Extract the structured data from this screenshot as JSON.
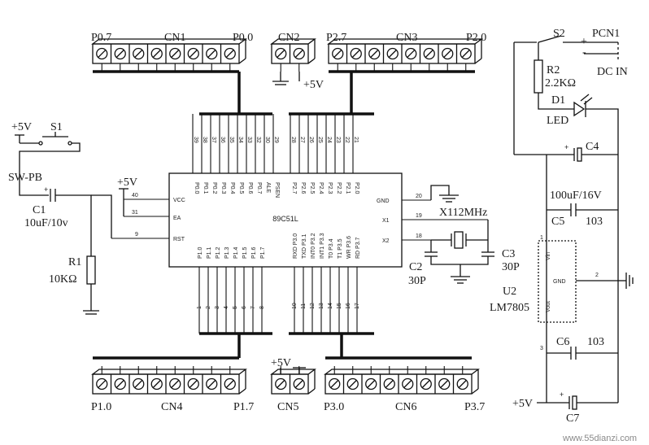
{
  "connectors": {
    "cn1": {
      "name": "CN1",
      "left": "P0.7",
      "right": "P0.0"
    },
    "cn2": {
      "name": "CN2",
      "power": "+5V"
    },
    "cn3": {
      "name": "CN3",
      "left": "P2.7",
      "right": "P2.0"
    },
    "cn4": {
      "name": "CN4",
      "left": "P1.0",
      "right": "P1.7"
    },
    "cn5": {
      "name": "CN5",
      "power": "+5V"
    },
    "cn6": {
      "name": "CN6",
      "left": "P3.0",
      "right": "P3.7"
    }
  },
  "mcu": {
    "name": "89C51L",
    "top_pins_left": [
      "P0.0",
      "P0.1",
      "P0.2",
      "P0.3",
      "P0.4",
      "P0.5",
      "P0.6",
      "P0.7",
      "ALE",
      "PSEN"
    ],
    "top_pins_right": [
      "P2.7",
      "P2.6",
      "P2.5",
      "P2.4",
      "P2.3",
      "P2.2",
      "P2.1",
      "P2.0"
    ],
    "top_nums_left": [
      "39",
      "38",
      "37",
      "36",
      "35",
      "34",
      "33",
      "32",
      "30",
      "29"
    ],
    "top_nums_right": [
      "28",
      "27",
      "26",
      "25",
      "24",
      "23",
      "22",
      "21"
    ],
    "bottom_pins_left": [
      "P1.0",
      "P1.1",
      "P1.2",
      "P1.3",
      "P1.4",
      "P1.5",
      "P1.6",
      "P1.7"
    ],
    "bottom_pins_right": [
      "RXD P3.0",
      "TXD P3.1",
      "INT0 P3.2",
      "INT1 P3.3",
      "T0 P3.4",
      "T1 P3.5",
      "WR P3.6",
      "RD P3.7"
    ],
    "bottom_nums_left": [
      "1",
      "2",
      "3",
      "4",
      "5",
      "6",
      "7",
      "8"
    ],
    "bottom_nums_right": [
      "10",
      "11",
      "12",
      "13",
      "14",
      "15",
      "16",
      "17"
    ],
    "left_pins": [
      {
        "name": "VCC",
        "num": "40"
      },
      {
        "name": "EA",
        "num": "31"
      },
      {
        "name": "RST",
        "num": "9"
      }
    ],
    "right_pins": [
      {
        "name": "GND",
        "num": "20"
      },
      {
        "name": "X1",
        "num": "19"
      },
      {
        "name": "X2",
        "num": "18"
      }
    ]
  },
  "reset": {
    "vcc": "+5V",
    "switch": "S1",
    "switch_type": "SW-PB",
    "cap": "C1",
    "cap_value": "10uF/10v",
    "res": "R1",
    "res_value": "10KΩ",
    "ea_vcc": "+5V"
  },
  "crystal": {
    "name": "X112MHz",
    "c2": "C2",
    "c2_value": "30P",
    "c3": "C3",
    "c3_value": "30P"
  },
  "power": {
    "switch": "S2",
    "jack": "PCN1",
    "plus": "+",
    "minus": "-",
    "jack_label": "DC IN",
    "r2": "R2",
    "r2_value": "2.2KΩ",
    "d1": "D1",
    "d1_type": "LED",
    "c4": "C4",
    "c4_value": "100uF/16V",
    "c5": "C5",
    "c5_value": "103",
    "reg": "U2",
    "reg_type": "LM7805",
    "reg_vin": "Vin",
    "reg_gnd": "GND",
    "reg_vout": "Vout",
    "reg_pin1": "1",
    "reg_pin2": "2",
    "reg_pin3": "3",
    "c6": "C6",
    "c6_value": "103",
    "c7": "C7",
    "out": "+5V"
  },
  "watermark": "www.55dianzi.com"
}
